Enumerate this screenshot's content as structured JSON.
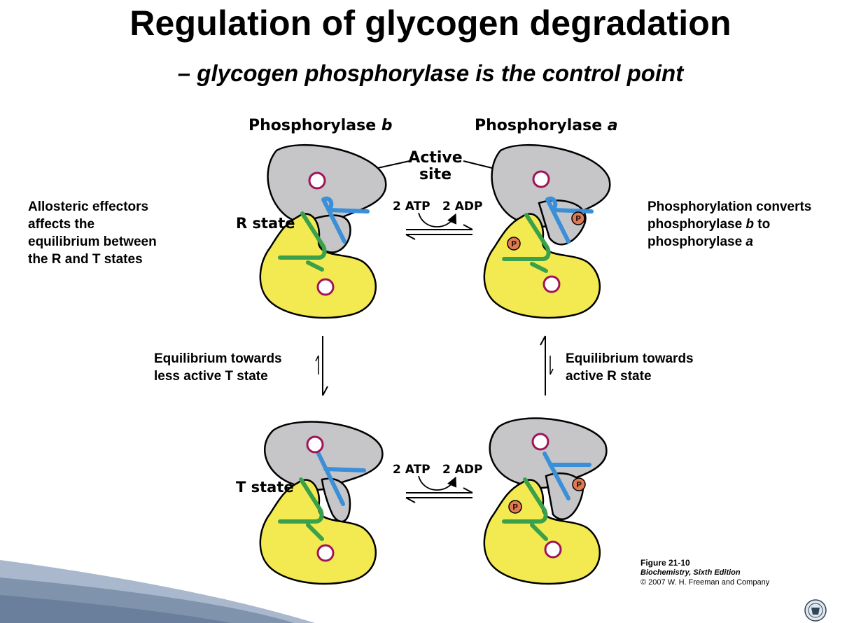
{
  "title": "Regulation of glycogen degradation",
  "subtitle": "– glycogen phosphorylase is the control point",
  "labels": {
    "phosphorylase_b_prefix": "Phosphorylase ",
    "phosphorylase_b_letter": "b",
    "phosphorylase_a_prefix": "Phosphorylase ",
    "phosphorylase_a_letter": "a",
    "active_site_line1": "Active",
    "active_site_line2": "site",
    "r_state": "R state",
    "t_state": "T state",
    "atp": "2 ATP",
    "adp": "2 ADP",
    "phospho": "P"
  },
  "notes": {
    "left_line1": "Allosteric effectors",
    "left_line2": "affects the",
    "left_line3": "equilibrium between",
    "left_line4": "the R and T states",
    "right_line1": "Phosphorylation converts",
    "right_line2_pre": "phosphorylase ",
    "right_line2_em": "b",
    "right_line2_post": " to",
    "right_line3_pre": "phosphorylase ",
    "right_line3_em": "a",
    "eq_left_line1": "Equilibrium towards",
    "eq_left_line2": "less active T state",
    "eq_right_line1": "Equilibrium towards",
    "eq_right_line2": "active R state"
  },
  "caption": {
    "figure": "Figure 21-10",
    "book": "Biochemistry, Sixth Edition",
    "copyright": "© 2007 W. H. Freeman and Company"
  },
  "colors": {
    "gray_domain": "#c6c6c8",
    "yellow_domain": "#f3ea52",
    "blue_loop": "#3a8fd8",
    "green_loop": "#3aa04a",
    "site_ring": "#a0145a",
    "phosphate": "#e07a52"
  }
}
